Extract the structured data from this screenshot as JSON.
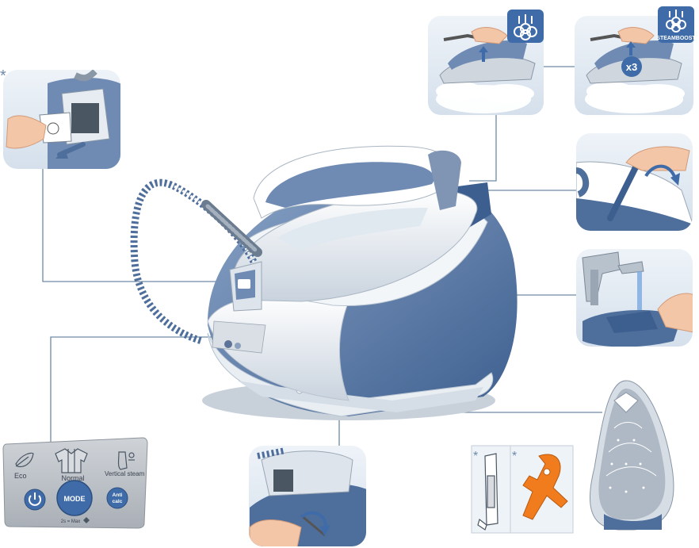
{
  "colors": {
    "leader_line": "#6d8aa8",
    "iron_blue": "#4e6e9c",
    "iron_light": "#e6ecf2",
    "accessory_orange": "#f07c1e",
    "panel_grey": "#b9bec4",
    "badge_blue": "#3f6ca8"
  },
  "callouts": {
    "asterisk_top_left": "*",
    "steam_x3": "x3",
    "steamboost_badge": "STEAMBOOST",
    "asterisk_accessory_1": "*",
    "asterisk_accessory_2": "*"
  },
  "control_panel": {
    "modes": [
      "Eco",
      "Normal",
      "Vertical steam"
    ],
    "power_icon": "power-icon",
    "mode_button": "MODE",
    "anti_calc_line1": "Anti",
    "anti_calc_line2": "calc",
    "hold_label": "2s = Max"
  },
  "icons": {
    "steam_badge_1": "steam-cloud-icon",
    "steam_badge_2": "steamboost-cloud-icon",
    "rinse_arrow": "curved-arrow-icon",
    "twist_arrow": "rotate-arrow-icon",
    "remove_arrow": "pull-arrow-icon"
  }
}
